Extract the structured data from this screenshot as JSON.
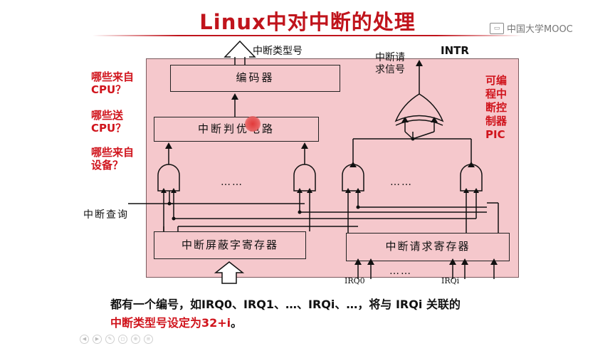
{
  "slide": {
    "title": "Linux中对中断的处理",
    "logo_text": "中国大学MOOC",
    "logo_icon": "mooc-logo-icon"
  },
  "questions": {
    "q1": "哪些来自\nCPU？",
    "q2": "哪些送\nCPU？",
    "q3": "哪些来自\n设备？"
  },
  "diagram": {
    "vector_label": "中断类型号",
    "request_signal_label": "中断请\n求信号",
    "intr_label": "INTR",
    "encoder_label": "编码器",
    "priority_label": "中断判优电路",
    "mask_register_label": "中断屏蔽字寄存器",
    "request_register_label": "中断请求寄存器",
    "query_label": "中断查询",
    "pic_label": "可编\n程中\n断控\n制器\nPIC",
    "dots_left": "……",
    "dots_right": "……",
    "dots_bottom": "……",
    "irq0_label": "IRQ0",
    "irqi_label": "IRQi"
  },
  "body_text": {
    "line1": "都有一个编号，如IRQ0、IRQ1、…、IRQi、…，将与 IRQi 关联的",
    "line2_red": "中断类型号设定为32+i",
    "line2_end": "。"
  },
  "colors": {
    "title": "#c0141c",
    "accent_red": "#d0141c",
    "diagram_fill": "#f5c8cc"
  },
  "toolbar_icons": [
    "prev-icon",
    "next-icon",
    "pen-icon",
    "eraser-icon",
    "zoom-icon",
    "menu-icon"
  ]
}
